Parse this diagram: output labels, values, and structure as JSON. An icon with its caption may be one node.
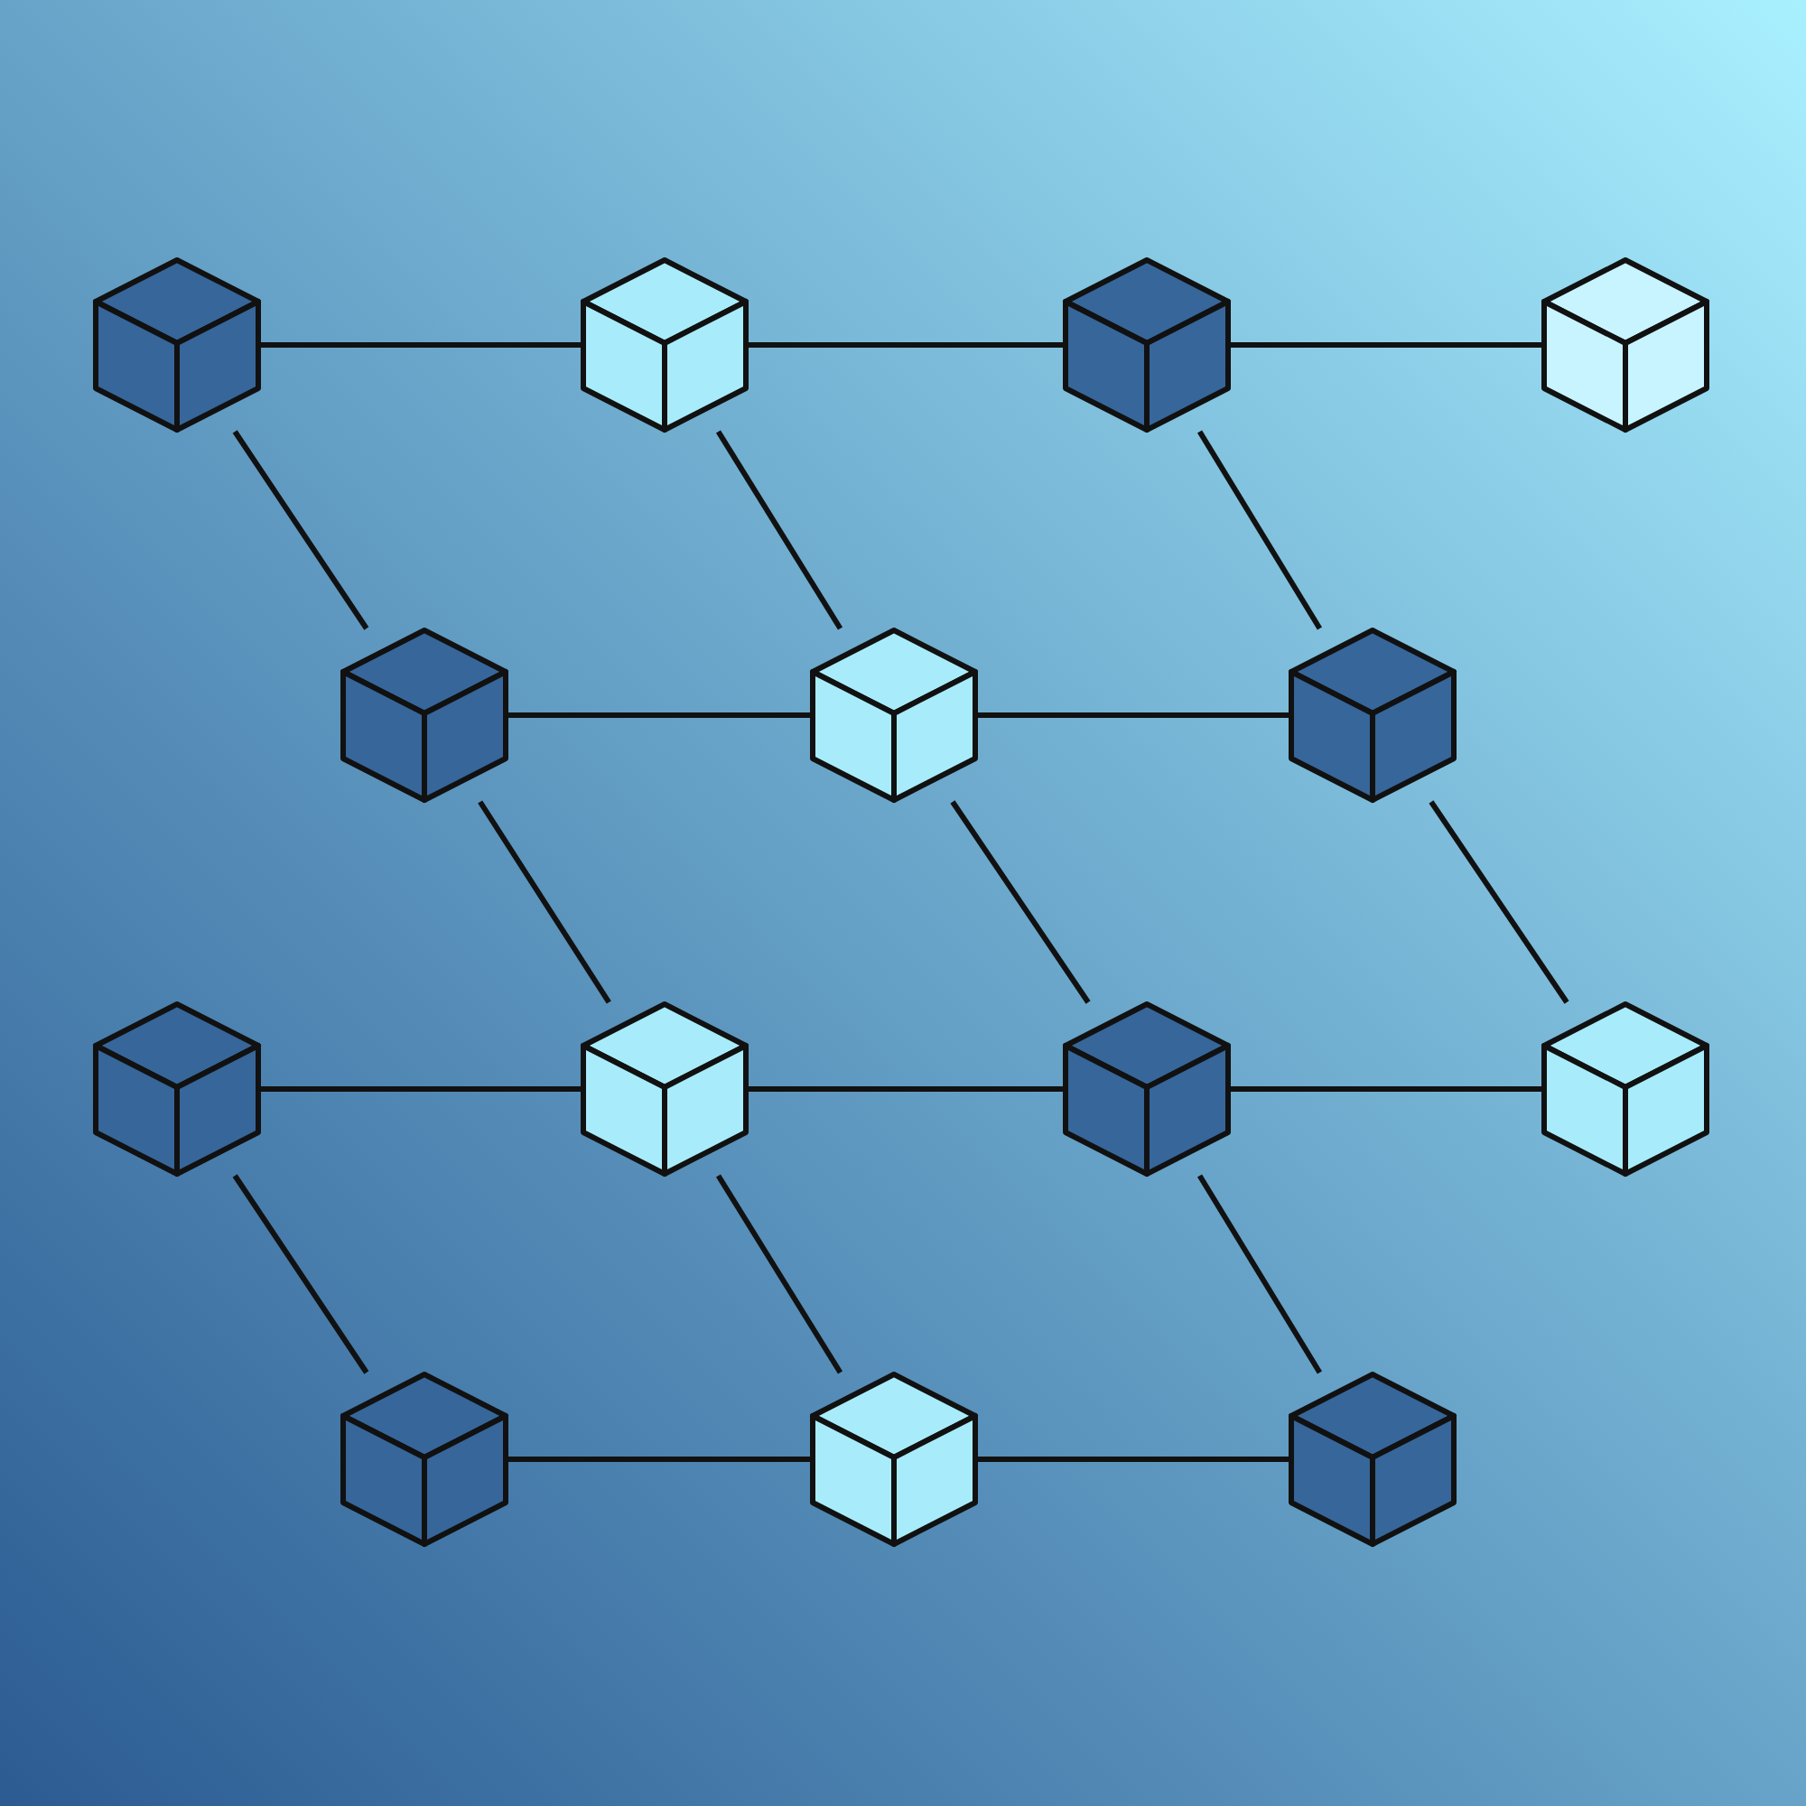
{
  "diagram": {
    "nodes": [
      {
        "text": [],
        "shape": "cube"
      },
      {
        "text": [],
        "shape": "cube"
      },
      {
        "text": [],
        "shape": "cube"
      },
      {
        "text": [],
        "shape": "cube"
      },
      {
        "text": [],
        "shape": "cube"
      },
      {
        "text": [],
        "shape": "cube"
      },
      {
        "text": [],
        "shape": "cube"
      },
      {
        "text": [],
        "shape": "cube"
      },
      {
        "text": [],
        "shape": "cube"
      },
      {
        "text": [],
        "shape": "cube"
      },
      {
        "text": [],
        "shape": "cube"
      },
      {
        "text": [],
        "shape": "cube"
      },
      {
        "text": [],
        "shape": "cube"
      },
      {
        "text": [],
        "shape": "cube"
      }
    ],
    "edges": [
      {
        "from": 0,
        "to": 1,
        "arrow": "none"
      },
      {
        "from": 1,
        "to": 2,
        "arrow": "none"
      },
      {
        "from": 2,
        "to": 3,
        "arrow": "none"
      },
      {
        "from": 0,
        "to": 4,
        "arrow": "none"
      },
      {
        "from": 1,
        "to": 5,
        "arrow": "none"
      },
      {
        "from": 2,
        "to": 6,
        "arrow": "none"
      },
      {
        "from": 4,
        "to": 5,
        "arrow": "none"
      },
      {
        "from": 5,
        "to": 6,
        "arrow": "none"
      },
      {
        "from": 4,
        "to": 8,
        "arrow": "none"
      },
      {
        "from": 5,
        "to": 9,
        "arrow": "none"
      },
      {
        "from": 6,
        "to": 10,
        "arrow": "none"
      },
      {
        "from": 7,
        "to": 8,
        "arrow": "none"
      },
      {
        "from": 8,
        "to": 9,
        "arrow": "none"
      },
      {
        "from": 9,
        "to": 10,
        "arrow": "none"
      },
      {
        "from": 7,
        "to": 11,
        "arrow": "none"
      },
      {
        "from": 8,
        "to": 12,
        "arrow": "none"
      },
      {
        "from": 9,
        "to": 13,
        "arrow": "none"
      },
      {
        "from": 11,
        "to": 12,
        "arrow": "none"
      },
      {
        "from": 12,
        "to": 13,
        "arrow": "none"
      }
    ]
  }
}
